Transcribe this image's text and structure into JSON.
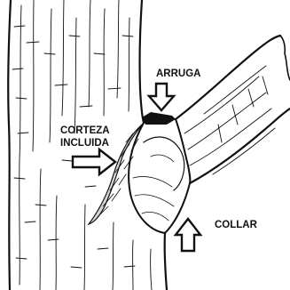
{
  "labels": {
    "arruga": "ARRUGA",
    "corteza_line1": "CORTEZA",
    "corteza_line2": "INCLUIDA",
    "collar": "COLLAR"
  },
  "colors": {
    "ink": "#111111",
    "paper": "#ffffff"
  },
  "icons": [
    "arrow-down-icon",
    "arrow-right-icon",
    "arrow-up-icon"
  ]
}
